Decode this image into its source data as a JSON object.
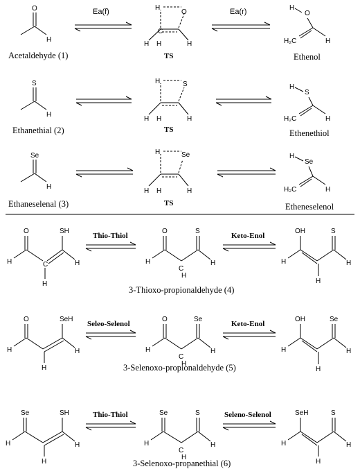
{
  "arrows": {
    "ea_forward": "Ea(f)",
    "ea_reverse": "Ea(r)",
    "thio_thiol": "Thio-Thiol",
    "keto_enol": "Keto-Enol",
    "seleo_selenol": "Seleo-Selenol",
    "seleno_selenol": "Seleno-Selenol"
  },
  "ts_label": "TS",
  "compounds": {
    "c1": "Acetaldehyde (1)",
    "c1_enol": "Ethenol",
    "c2": "Ethanethial (2)",
    "c2_enol": "Ethenethiol",
    "c3": "Ethaneselenal (3)",
    "c3_enol": "Etheneselenol",
    "c4": "3-Thioxo-propionaldehyde (4)",
    "c5": "3-Selenoxo-propionaldehyde (5)",
    "c6": "3-Selenoxo-propanethial (6)"
  },
  "atoms": {
    "O": "O",
    "S": "S",
    "Se": "Se",
    "H": "H",
    "C": "C",
    "H2C": "H₂C",
    "H2": "H",
    "SH": "SH",
    "SeH": "SeH",
    "OH": "OH",
    "Hdash": "H"
  }
}
